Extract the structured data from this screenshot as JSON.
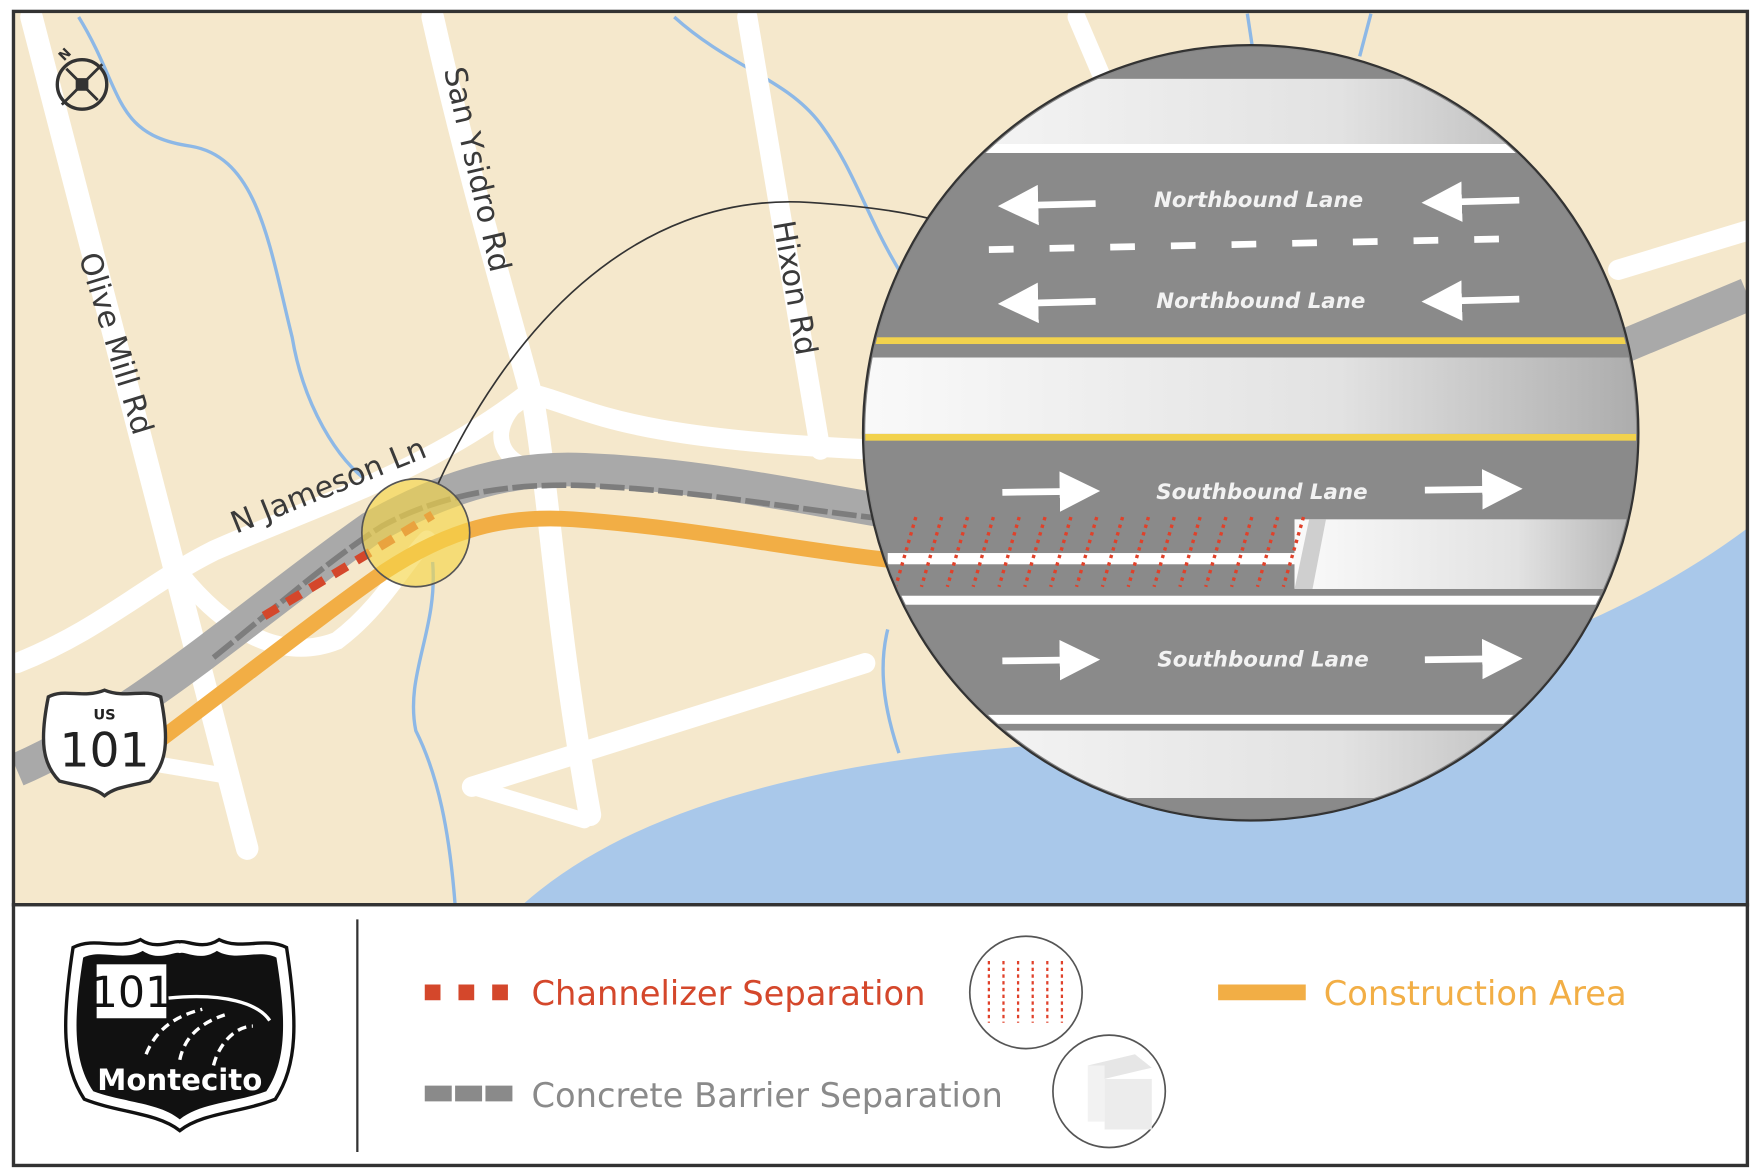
{
  "map": {
    "roads": {
      "olive_mill": "Olive Mill Rd",
      "san_ysidro": "San Ysidro Rd",
      "hixon": "Hixon Rd",
      "jameson": "N Jameson Ln"
    },
    "highway_shield": {
      "top": "US",
      "number": "101"
    },
    "north_arrow": "N",
    "detail": {
      "lanes": [
        "Northbound Lane",
        "Northbound Lane",
        "Southbound Lane",
        "Southbound Lane"
      ]
    },
    "colors": {
      "land": "#f5e8cc",
      "water": "#a9c8ea",
      "creek": "#8db8e6",
      "road": "#ffffff",
      "highway": "#a9a9a9",
      "construction": "#f2ae45",
      "channelizer": "#d4472b",
      "highlight": "#f5d54a"
    }
  },
  "legend": {
    "logo": {
      "number": "101",
      "name": "Montecito"
    },
    "items": [
      {
        "label": "Channelizer Separation",
        "color": "#d4472b"
      },
      {
        "label": "Construction Area",
        "color": "#f2ae45"
      },
      {
        "label": "Concrete Barrier Separation",
        "color": "#8a8a8a"
      }
    ]
  }
}
